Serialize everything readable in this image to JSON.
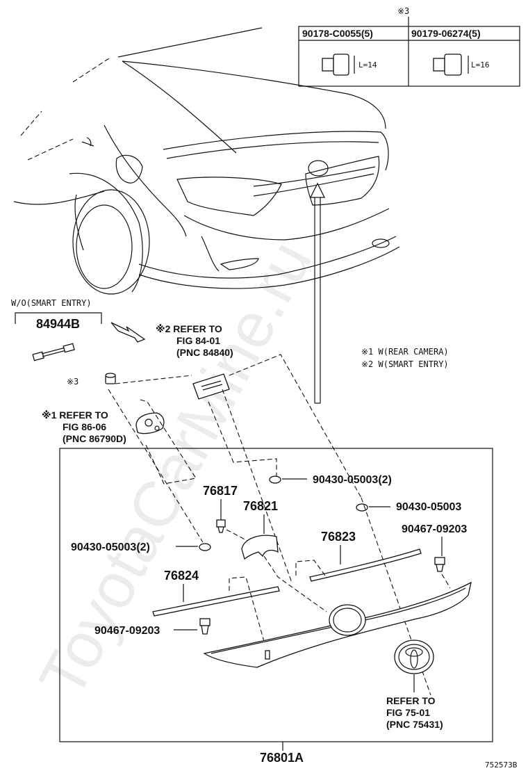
{
  "bolt_table": {
    "mark": "※3",
    "bolts": [
      {
        "part_no": "90178-C0055(5)",
        "length": "L=14"
      },
      {
        "part_no": "90179-06274(5)",
        "length": "L=16"
      }
    ]
  },
  "labels": {
    "wo_smart_entry": "W/O(SMART ENTRY)",
    "p84944b": "84944B",
    "mark3": "※3",
    "ref2_l1": "※2 REFER TO",
    "ref2_l2": "FIG 84-01",
    "ref2_l3": "(PNC 84840)",
    "ref1_l1": "※1 REFER TO",
    "ref1_l2": "FIG 86-06",
    "ref1_l3": "(PNC 86790D)",
    "note1": "※1 W(REAR CAMERA)",
    "note2": "※2 W(SMART ENTRY)",
    "p90430_a": "90430-05003(2)",
    "p76817": "76817",
    "p76821": "76821",
    "p90430_b": "90430-05003",
    "p76823": "76823",
    "p90467_a": "90467-09203",
    "p90430_c": "90430-05003(2)",
    "p76824": "76824",
    "p90467_b": "90467-09203",
    "ref3_l1": "REFER TO",
    "ref3_l2": "FIG 75-01",
    "ref3_l3": "(PNC 75431)",
    "p76801a": "76801A",
    "drawing_no": "752573B"
  },
  "watermark": "ToyotaCarMine.ru"
}
